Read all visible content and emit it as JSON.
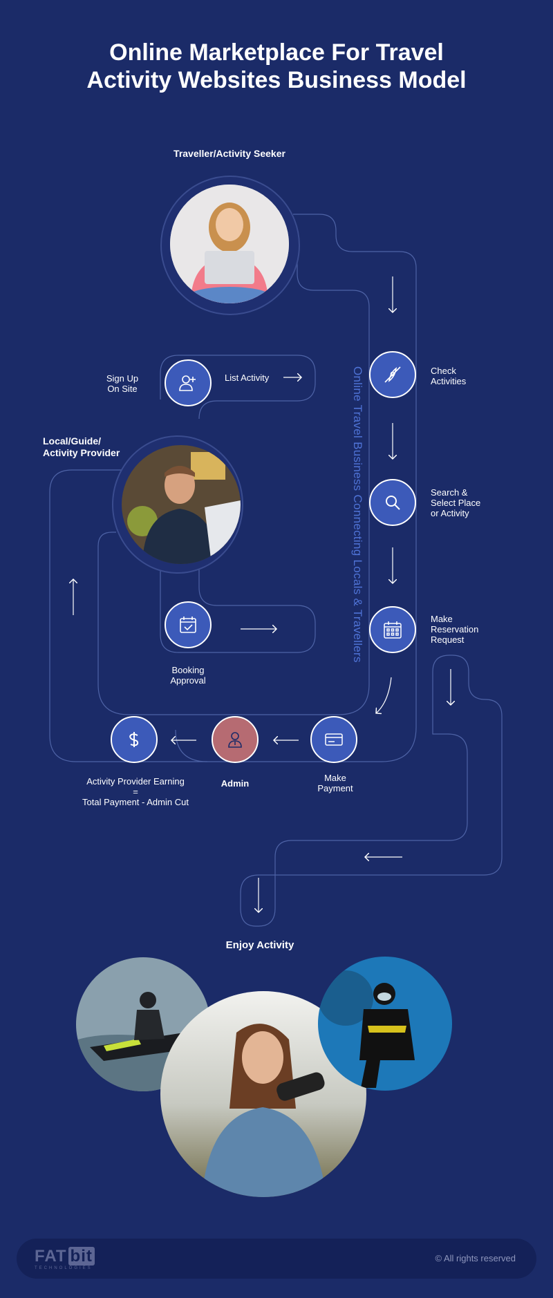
{
  "title_line1": "Online Marketplace For Travel",
  "title_line2": "Activity Websites Business Model",
  "traveller_label": "Traveller/Activity Seeker",
  "provider_label_line1": "Local/Guide/",
  "provider_label_line2": "Activity Provider",
  "vertical_text": "Online Travel Business Connecting Locals & Travellers",
  "steps": {
    "signup": [
      "Sign Up",
      "On Site"
    ],
    "list_activity": "List Activity",
    "check_activities": [
      "Check",
      "Activities"
    ],
    "search_select": [
      "Search &",
      "Select Place",
      "or Activity"
    ],
    "make_reservation": [
      "Make",
      "Reservation",
      "Request"
    ],
    "booking_approval": [
      "Booking",
      "Approval"
    ],
    "make_payment": [
      "Make",
      "Payment"
    ],
    "admin": "Admin",
    "earning": [
      "Activity Provider Earning",
      "=",
      "Total Payment - Admin Cut"
    ]
  },
  "enjoy_label": "Enjoy Activity",
  "footer": {
    "logo_main": "FAT",
    "logo_accent": "bit",
    "logo_sub": "TECHNOLOGIES",
    "copyright": "© All rights reserved"
  },
  "icons": {
    "signup": "user-plus-icon",
    "check": "kayak-icon",
    "search": "search-icon",
    "reservation": "calendar-grid-icon",
    "booking": "calendar-check-icon",
    "payment": "credit-card-icon",
    "admin": "admin-person-icon",
    "earning": "dollar-icon"
  },
  "colors": {
    "background": "#1b2b68",
    "node": "#3c5ab9",
    "admin_node": "#b66b72",
    "accent_text": "#4f73d6",
    "footer": "#142158"
  }
}
